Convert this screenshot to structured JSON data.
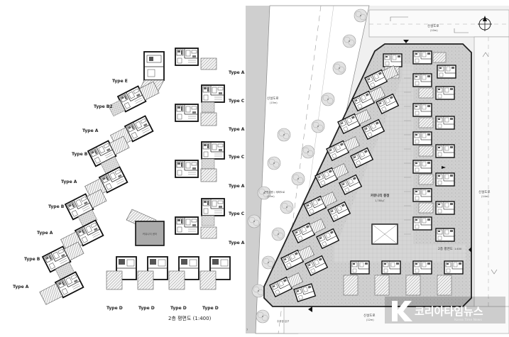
{
  "left_plan": {
    "title": "2층 평면도 (1:400)",
    "community_center": "커뮤니티 센터",
    "type_labels": {
      "type_e": "Type E",
      "type_b2": "Type B2",
      "type_a": "Type A",
      "type_b": "Type B",
      "type_c": "Type C",
      "type_d": "Type D"
    }
  },
  "site_plan": {
    "title": "2층 평면도",
    "scale": "1:400",
    "courtyard": "커뮤니티 중정",
    "courtyard_area": "1,780㎡",
    "roads": {
      "north": "신설도로",
      "north_width": "(10m)",
      "west": "신설도로",
      "west_width": "(15m)",
      "east": "신설도로",
      "east_width": "(14m)",
      "south": "신설도로",
      "south_width": "(12m)",
      "park_road": "근린공원 / 계획도로",
      "park_road_width": "(15m)"
    },
    "entrance": "주차장 입구",
    "page_number": "7"
  },
  "watermark": {
    "name": "코리아타임뉴스",
    "sub": "Korea Time News"
  }
}
